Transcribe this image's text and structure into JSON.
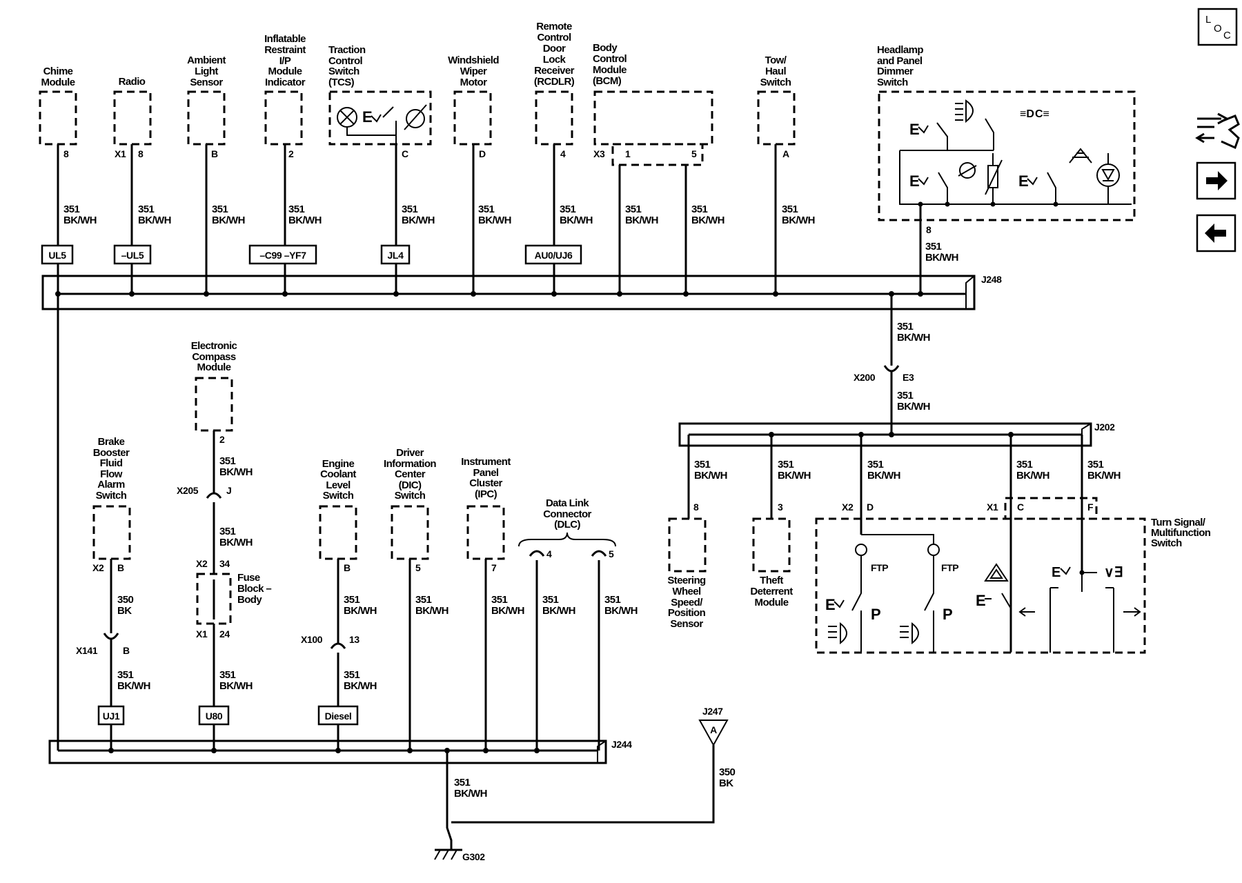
{
  "nav": {
    "loc_icon": "location-view-icon",
    "wiring_icon": "connector-wiring-icon",
    "next_icon": "arrow-right-icon",
    "prev_icon": "arrow-left-icon"
  },
  "components_top": [
    {
      "name": [
        "Chime",
        "Module"
      ],
      "pin": "8"
    },
    {
      "name": [
        "Radio"
      ],
      "pin": "8",
      "conn": "X1"
    },
    {
      "name": [
        "Ambient",
        "Light",
        "Sensor"
      ],
      "pin": "B"
    },
    {
      "name": [
        "Inflatable",
        "Restraint",
        "I/P",
        "Module",
        "Indicator"
      ],
      "pin": "2"
    },
    {
      "name": [
        "Traction",
        "Control",
        "Switch",
        "(TCS)"
      ],
      "pin": "C"
    },
    {
      "name": [
        "Windshield",
        "Wiper",
        "Motor"
      ],
      "pin": "D"
    },
    {
      "name": [
        "Remote",
        "Control",
        "Door",
        "Lock",
        "Receiver",
        "(RCDLR)"
      ],
      "pin": "4"
    },
    {
      "name": [
        "Body",
        "Control",
        "Module",
        "(BCM)"
      ],
      "pin1": "1",
      "pin2": "5",
      "conn": "X3"
    },
    {
      "name": [
        "Tow/",
        "Haul",
        "Switch"
      ],
      "pin": "A"
    },
    {
      "name": [
        "Headlamp",
        "and Panel",
        "Dimmer",
        "Switch"
      ],
      "pin": "8"
    }
  ],
  "wire": {
    "circuit": "351",
    "color": "BK/WH"
  },
  "wire_ground_top": {
    "circuit": "350",
    "color": "BK"
  },
  "options_top": [
    "UL5",
    "–UL5",
    "–C99 –YF7",
    "JL4",
    "AU0/UJ6"
  ],
  "splices": {
    "j248": "J248",
    "j202": "J202",
    "j244": "J244",
    "j247": "J247",
    "j247_pin": "A"
  },
  "x200": {
    "conn": "X200",
    "pin": "E3"
  },
  "components_right": [
    {
      "name": [
        "Steering",
        "Wheel",
        "Speed/",
        "Position",
        "Sensor"
      ],
      "pin": "8"
    },
    {
      "name": [
        "Theft",
        "Deterrent",
        "Module"
      ],
      "pin": "3"
    }
  ],
  "turn_signal": {
    "name": [
      "Turn Signal/",
      "Multifunction",
      "Switch"
    ],
    "conn_x2": "X2",
    "pin_d": "D",
    "conn_x1": "X1",
    "pin_c": "C",
    "pin_f": "F",
    "ftp1": "FTP",
    "ftp2": "FTP"
  },
  "components_bottom": [
    {
      "name": [
        "Brake",
        "Booster",
        "Fluid",
        "Flow",
        "Alarm",
        "Switch"
      ],
      "conn": "X2",
      "pin": "B"
    },
    {
      "name": [
        "Electronic",
        "Compass",
        "Module"
      ],
      "pin": "2"
    },
    {
      "name": [
        "Engine",
        "Coolant",
        "Level",
        "Switch"
      ],
      "pin": "B"
    },
    {
      "name": [
        "Driver",
        "Information",
        "Center",
        "(DIC)",
        "Switch"
      ],
      "pin": "5"
    },
    {
      "name": [
        "Instrument",
        "Panel",
        "Cluster",
        "(IPC)"
      ],
      "pin": "7"
    },
    {
      "name": [
        "Data Link",
        "Connector",
        "(DLC)"
      ],
      "pin1": "4",
      "pin2": "5"
    }
  ],
  "x141": {
    "conn": "X141",
    "pin": "B"
  },
  "x205": {
    "conn": "X205",
    "pin": "J"
  },
  "fuse_block": {
    "name": [
      "Fuse",
      "Block –",
      "Body"
    ],
    "conn_top": "X2",
    "pin_top": "34",
    "conn_bot": "X1",
    "pin_bot": "24"
  },
  "x100": {
    "conn": "X100",
    "pin": "13"
  },
  "options_bottom": [
    "UJ1",
    "U80",
    "Diesel"
  ],
  "ground": {
    "label": "G302"
  }
}
